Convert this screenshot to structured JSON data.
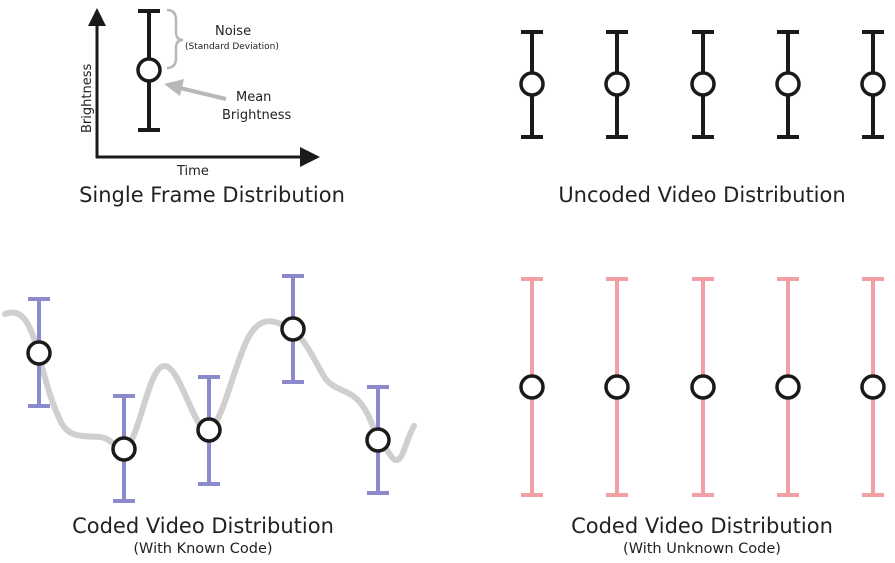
{
  "colors": {
    "black": "#1a1a1a",
    "blue": "#8a8acc",
    "pink": "#f2a0a6",
    "gray_curve": "#cfcfcf",
    "gray_annotation": "#b8b8b8"
  },
  "single_frame": {
    "title": "Single Frame Distribution",
    "ylabel": "Brightness",
    "xlabel": "Time",
    "noise_label": "Noise",
    "noise_sublabel": "(Standard Deviation)",
    "mean_label_line1": "Mean",
    "mean_label_line2": "Brightness"
  },
  "uncoded": {
    "title": "Uncoded Video Distribution",
    "count": 5
  },
  "coded_known": {
    "title": "Coded Video Distribution",
    "subtitle": "(With Known Code)"
  },
  "coded_unknown": {
    "title": "Coded Video Distribution",
    "subtitle": "(With Unknown Code)",
    "count": 5
  }
}
